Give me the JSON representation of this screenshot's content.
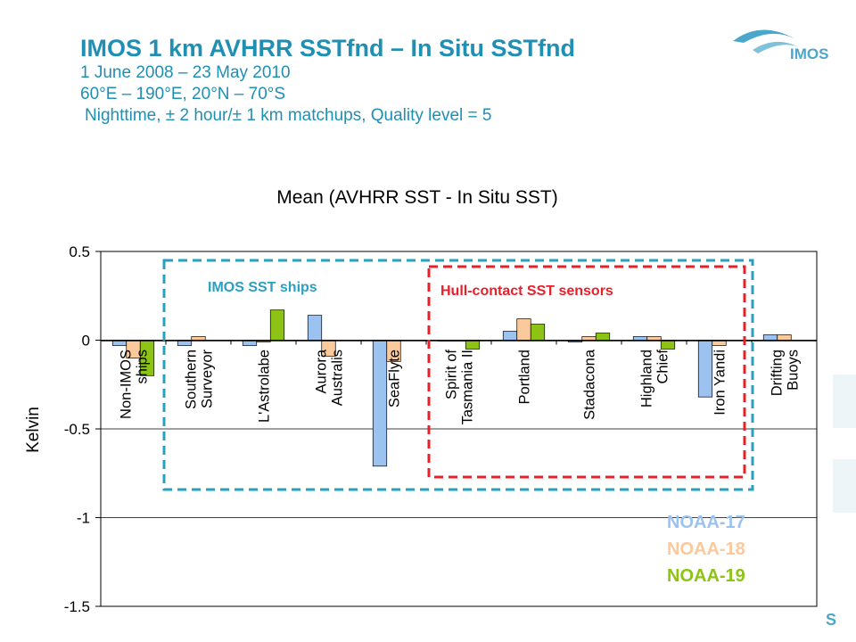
{
  "header": {
    "title": "IMOS 1 km AVHRR SSTfnd – In Situ SSTfnd",
    "line1": "1 June 2008 – 23 May 2010",
    "line2": "60°E – 190°E, 20°N – 70°S",
    "line3": "Nighttime, ± 2 hour/± 1 km matchups, Quality level = 5"
  },
  "logo": {
    "text": "IMOS",
    "color": "#4aa7c9"
  },
  "footer": {
    "text": "S"
  },
  "chart_data": {
    "type": "bar",
    "title": "Mean (AVHRR SST - In Situ SST)",
    "xlabel": "",
    "ylabel": "Kelvin",
    "ylim": [
      -1.5,
      0.5
    ],
    "yticks": [
      0.5,
      0,
      -0.5,
      -1,
      -1.5
    ],
    "ytick_labels": [
      "0.5",
      "0",
      "-0.5",
      "-1",
      "-1.5"
    ],
    "grid": true,
    "categories": [
      [
        "Non-IMOS",
        "ships"
      ],
      [
        "Southern",
        "Surveyor"
      ],
      [
        "L'Astrolabe"
      ],
      [
        "Aurora",
        "Australis"
      ],
      [
        "SeaFlyte"
      ],
      [
        "Spirit of",
        "Tasmania II"
      ],
      [
        "Portland"
      ],
      [
        "Stadacona"
      ],
      [
        "Highland",
        "Chief"
      ],
      [
        "Iron Yandi"
      ],
      [
        "Drifting",
        "Buoys"
      ]
    ],
    "series": [
      {
        "name": "NOAA-17",
        "color": "#9cc3f0",
        "values": [
          -0.03,
          -0.03,
          -0.03,
          0.14,
          -0.71,
          0.0,
          0.05,
          -0.01,
          0.02,
          -0.32,
          0.03
        ]
      },
      {
        "name": "NOAA-18",
        "color": "#fac99c",
        "values": [
          -0.1,
          0.02,
          -0.01,
          -0.09,
          -0.12,
          0.0,
          0.12,
          0.02,
          0.02,
          -0.03,
          0.03
        ]
      },
      {
        "name": "NOAA-19",
        "color": "#8cc314",
        "values": [
          -0.2,
          null,
          0.17,
          null,
          null,
          -0.05,
          0.09,
          0.04,
          -0.05,
          null,
          null
        ]
      }
    ],
    "annotations": [
      {
        "text": "IMOS SST ships",
        "color": "#2a9fbf"
      },
      {
        "text": "Hull-contact SST sensors",
        "color": "#e8202a"
      }
    ],
    "legend": {
      "placement": "bottom-right"
    }
  }
}
